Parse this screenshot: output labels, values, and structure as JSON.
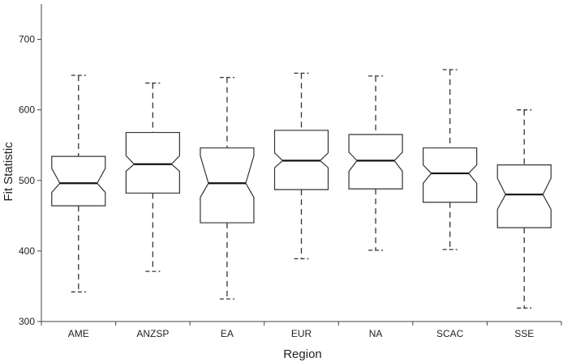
{
  "chart_data": {
    "type": "box",
    "notched": true,
    "xlabel": "Region",
    "ylabel": "Fit Statistic",
    "ylim": [
      300,
      750
    ],
    "yticks": [
      300,
      400,
      500,
      600,
      700
    ],
    "grid": false,
    "categories": [
      "AME",
      "ANZSP",
      "EA",
      "EUR",
      "NA",
      "SCAC",
      "SSE"
    ],
    "boxes": [
      {
        "category": "AME",
        "whisker_low": 342,
        "q1": 464,
        "median": 496,
        "q3": 534,
        "whisker_high": 649,
        "notch_low": 483,
        "notch_high": 517
      },
      {
        "category": "ANZSP",
        "whisker_low": 371,
        "q1": 482,
        "median": 523,
        "q3": 568,
        "whisker_high": 638,
        "notch_low": 513,
        "notch_high": 535
      },
      {
        "category": "EA",
        "whisker_low": 332,
        "q1": 440,
        "median": 496,
        "q3": 546,
        "whisker_high": 646,
        "notch_low": 476,
        "notch_high": 535
      },
      {
        "category": "EUR",
        "whisker_low": 389,
        "q1": 487,
        "median": 528,
        "q3": 571,
        "whisker_high": 652,
        "notch_low": 518,
        "notch_high": 539
      },
      {
        "category": "NA",
        "whisker_low": 401,
        "q1": 488,
        "median": 528,
        "q3": 565,
        "whisker_high": 648,
        "notch_low": 513,
        "notch_high": 540
      },
      {
        "category": "SCAC",
        "whisker_low": 402,
        "q1": 469,
        "median": 510,
        "q3": 546,
        "whisker_high": 657,
        "notch_low": 496,
        "notch_high": 522
      },
      {
        "category": "SSE",
        "whisker_low": 319,
        "q1": 433,
        "median": 480,
        "q3": 522,
        "whisker_high": 600,
        "notch_low": 459,
        "notch_high": 503
      }
    ]
  }
}
